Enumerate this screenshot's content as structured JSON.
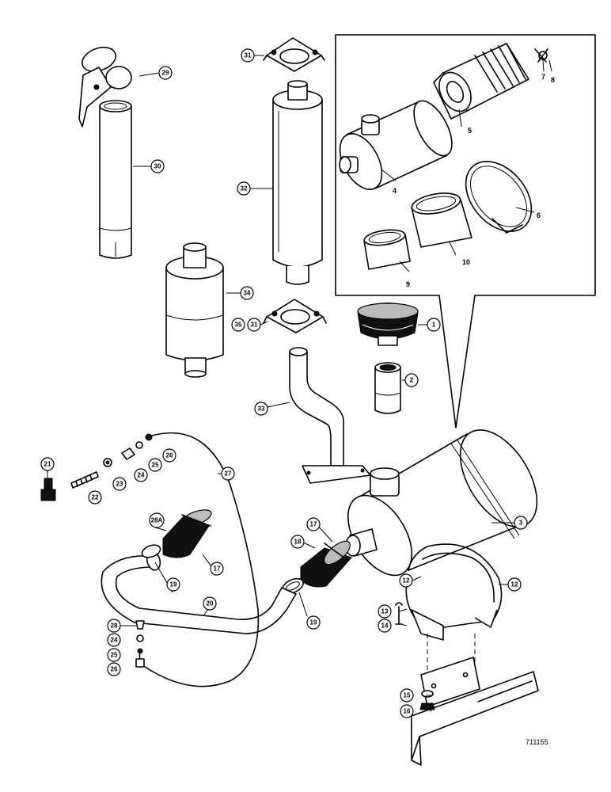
{
  "figure_code": "711155",
  "callouts": {
    "c1": "1",
    "c2": "2",
    "c3": "3",
    "c4": "4",
    "c5": "5",
    "c6": "6",
    "c7": "7",
    "c8": "8",
    "c9": "9",
    "c10": "10",
    "c12a": "12",
    "c12b": "12",
    "c13": "13",
    "c14": "14",
    "c15": "15",
    "c16": "16",
    "c17a": "17",
    "c17b": "17",
    "c18": "18",
    "c19a": "19",
    "c19b": "19",
    "c20": "20",
    "c21": "21",
    "c22": "22",
    "c23": "23",
    "c24a": "24",
    "c25a": "25",
    "c26a": "26",
    "c27": "27",
    "c28": "28",
    "c24b": "24",
    "c25b": "25",
    "c26b": "26",
    "c29": "29",
    "c30": "30",
    "c31a": "31",
    "c32": "32",
    "c33": "33",
    "c34": "34",
    "c35": "35",
    "c31b": "31",
    "c28a": "28A"
  }
}
